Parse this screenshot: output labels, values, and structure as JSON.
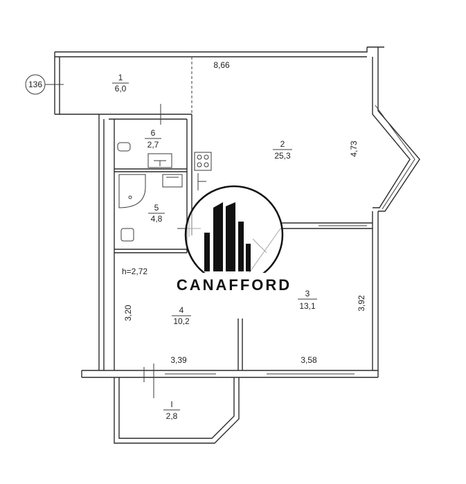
{
  "plan": {
    "marker": "136",
    "ceiling_height": "h=2,72",
    "rooms": [
      {
        "id": "room-1",
        "number": "1",
        "area": "6,0"
      },
      {
        "id": "room-2",
        "number": "2",
        "area": "25,3"
      },
      {
        "id": "room-3",
        "number": "3",
        "area": "13,1"
      },
      {
        "id": "room-4",
        "number": "4",
        "area": "10,2"
      },
      {
        "id": "room-5",
        "number": "5",
        "area": "4,8"
      },
      {
        "id": "room-6",
        "number": "6",
        "area": "2,7"
      },
      {
        "id": "balcony",
        "number": "I",
        "area": "2,8"
      }
    ],
    "dimensions": {
      "top": "8,66",
      "right_upper": "4,73",
      "right_lower": "3,92",
      "left_lower": "3,20",
      "bottom_left": "3,39",
      "bottom_right": "3,58"
    }
  },
  "watermark": {
    "text": "CANAFFORD"
  }
}
